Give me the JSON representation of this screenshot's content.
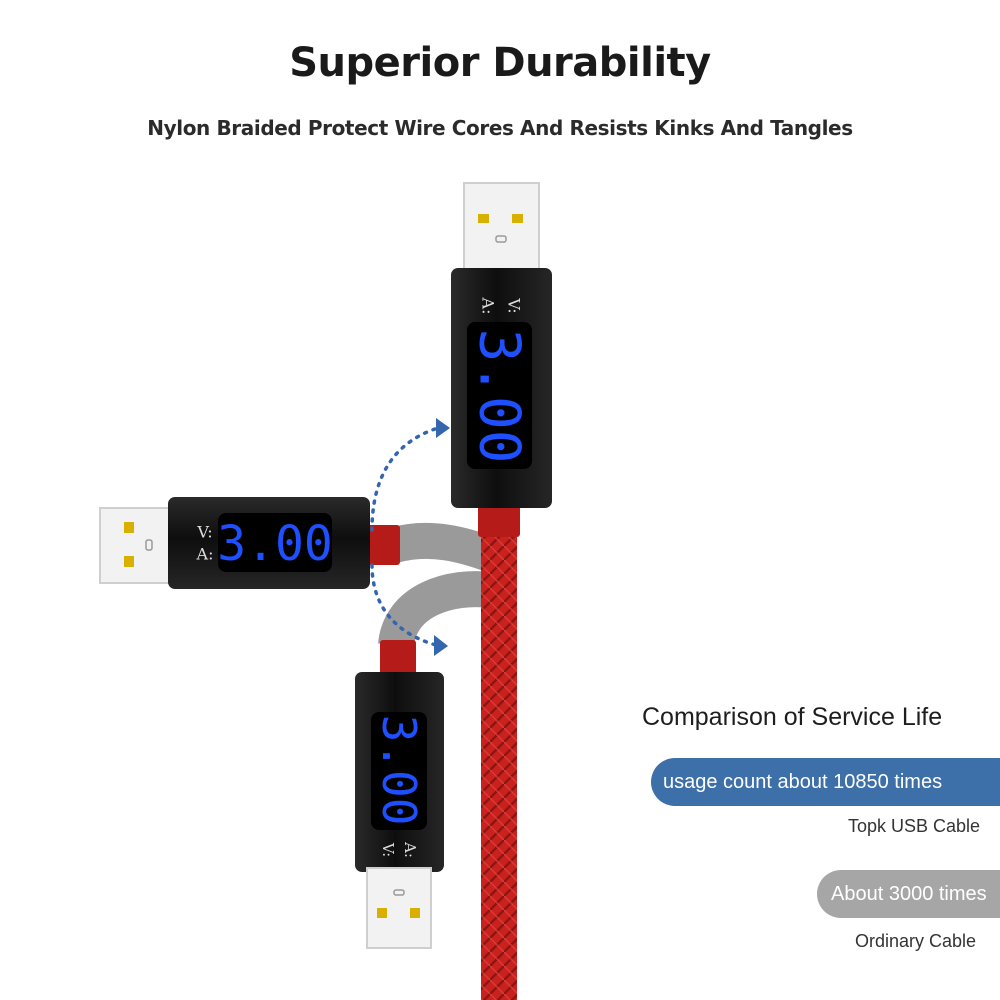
{
  "heading": {
    "title": "Superior Durability",
    "subtitle": "Nylon Braided Protect Wire Cores And Resists Kinks And Tangles"
  },
  "meter_display": {
    "reading": "3.00",
    "label_v": "V:",
    "label_a": "A:",
    "digit_color": "#1e50ff",
    "housing_color": "#141414"
  },
  "colors": {
    "cable": "#c8211e",
    "arrow": "#3466b0",
    "blue_pill": "#3d6fa8",
    "gray_pill": "#a6a6a6"
  },
  "comparison": {
    "title": "Comparison of Service Life",
    "topk": {
      "count_text": "usage count about 10850 times",
      "caption": "Topk USB Cable"
    },
    "ordinary": {
      "count_text": "About 3000 times",
      "caption": "Ordinary Cable"
    }
  }
}
